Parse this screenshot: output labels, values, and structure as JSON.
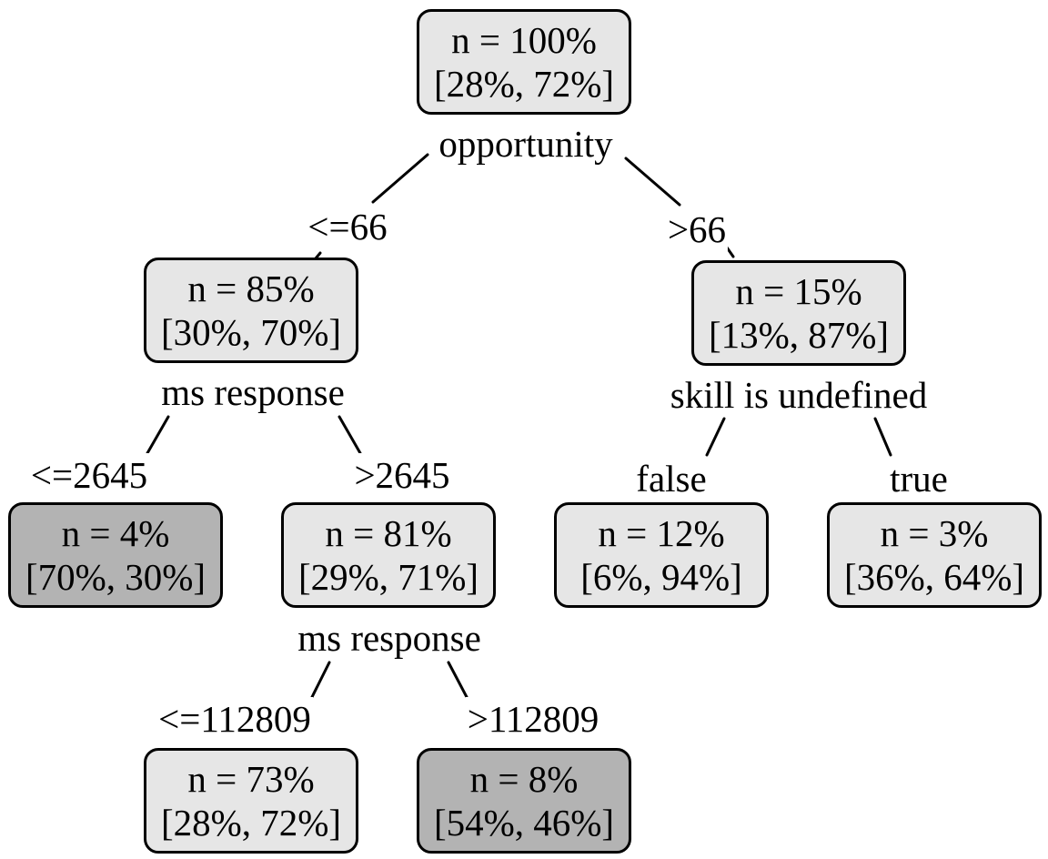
{
  "tree": {
    "nodes": {
      "root": {
        "n": "n = 100%",
        "dist": "[28%, 72%]",
        "split": "opportunity",
        "shade": "light"
      },
      "left": {
        "n": "n = 85%",
        "dist": "[30%, 70%]",
        "split": "ms response",
        "shade": "light"
      },
      "right": {
        "n": "n = 15%",
        "dist": "[13%, 87%]",
        "split": "skill is undefined",
        "shade": "light"
      },
      "left_left": {
        "n": "n = 4%",
        "dist": "[70%, 30%]",
        "shade": "dark"
      },
      "left_right": {
        "n": "n = 81%",
        "dist": "[29%, 71%]",
        "split": "ms response",
        "shade": "light"
      },
      "right_left": {
        "n": "n = 12%",
        "dist": "[6%, 94%]",
        "shade": "light"
      },
      "right_right": {
        "n": "n = 3%",
        "dist": "[36%, 64%]",
        "shade": "light"
      },
      "lr_left": {
        "n": "n = 73%",
        "dist": "[28%, 72%]",
        "shade": "light"
      },
      "lr_right": {
        "n": "n = 8%",
        "dist": "[54%, 46%]",
        "shade": "dark"
      }
    },
    "edges": {
      "root_left": "<=66",
      "root_right": ">66",
      "left_left": "<=2645",
      "left_right": ">2645",
      "right_left": "false",
      "right_right": "true",
      "lr_left": "<=112809",
      "lr_right": ">112809"
    },
    "colors": {
      "light_node": "#e6e6e6",
      "dark_node": "#b3b3b3",
      "border": "#000000",
      "background": "#ffffff"
    }
  }
}
